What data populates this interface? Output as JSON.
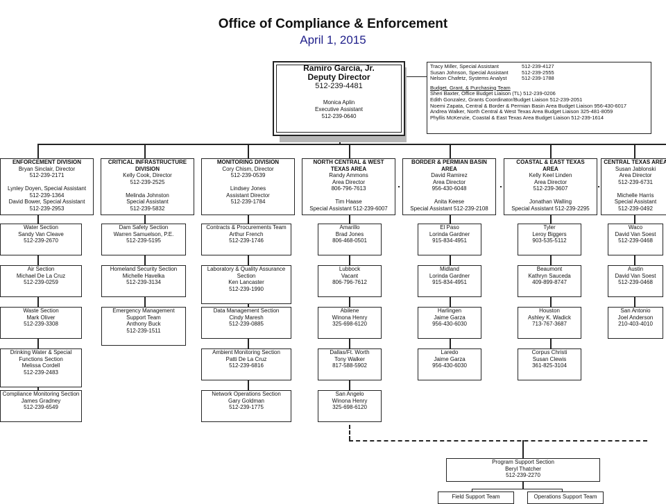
{
  "header": {
    "title": "Office of Compliance & Enforcement",
    "date": "April 1, 2015"
  },
  "director": {
    "name": "Ramiro Garcia, Jr.",
    "title": "Deputy Director",
    "phone": "512-239-4481",
    "assistant_name": "Monica Aplin",
    "assistant_title": "Executive Assistant",
    "assistant_phone": "512-239-0640"
  },
  "staff": {
    "rows": [
      {
        "name": "Tracy Miller, Special Assistant",
        "phone": "512-239-4127"
      },
      {
        "name": "Susan Johnson, Special Assistant",
        "phone": "512-239-2555"
      },
      {
        "name": "Nelson Chafetz, Systems Analyst",
        "phone": "512-239-1788"
      }
    ],
    "team_title": "Budget, Grant, & Purchasing Team",
    "team": [
      "Sheri Baxter, Office Budget Liaison (TL)   512-239-0206",
      "Edith Gonzalez, Grants Coordinator/Budget Liaison   512-239-2051",
      "Noemi Zapata, Central & Border & Permian Basin Area Budget Liaison  956-430-6017",
      "Andrea Walker, North Central & West Texas Area Budget Liaison   325-481-8059",
      "Phyllis McKenzie, Coastal & East Texas Area Budget Liaison  512-239-1614"
    ]
  },
  "divisions": [
    {
      "title": [
        "ENFORCEMENT DIVISION"
      ],
      "lines": [
        "Bryan Sinclair, Director",
        "512-239-2171",
        "",
        "Lynley Doyen, Special Assistant",
        "512-239-1364",
        "David Bower, Special Assistant",
        "512-239-2953"
      ]
    },
    {
      "title": [
        "CRITICAL INFRASTRUCTURE",
        "DIVISION"
      ],
      "lines": [
        "Kelly Cook, Director",
        "512-239-2525",
        "",
        "Melinda Johnston",
        "Special Assistant",
        "512-239-5832"
      ]
    },
    {
      "title": [
        "MONITORING DIVISION"
      ],
      "lines": [
        "Cory Chism, Director",
        "512-239-0539",
        "",
        "Lindsey Jones",
        "Assistant Director",
        "512-239-1784"
      ]
    },
    {
      "title": [
        "NORTH CENTRAL & WEST",
        "TEXAS AREA"
      ],
      "lines": [
        "Randy Ammons",
        "Area Director",
        "806-796-7613",
        "",
        "Tim Haase",
        "Special Assistant 512-239-6007"
      ]
    },
    {
      "title": [
        "BORDER & PERMIAN BASIN",
        "AREA"
      ],
      "lines": [
        "David Ramirez",
        "Area Director",
        "956-430-6048",
        "",
        "Anita Keese",
        "Special Assistant 512-239-2108"
      ]
    },
    {
      "title": [
        "COASTAL & EAST TEXAS",
        "AREA"
      ],
      "lines": [
        "Kelly Keel Linden",
        "Area Director",
        "512-239-3607",
        "",
        "Jonathan Walling",
        "Special Assistant 512-239-2295"
      ]
    },
    {
      "title": [
        "CENTRAL TEXAS AREA"
      ],
      "lines": [
        "Susan Jablonski",
        "Area Director",
        "512-239-6731",
        "",
        "Michelle Harris",
        "Special Assistant",
        "512-239-0492"
      ]
    }
  ],
  "sections": [
    [
      [
        "Water Section",
        "Sandy Van Cleave",
        "512-239-2670"
      ],
      [
        "Air Section",
        "Michael De La Cruz",
        "512-239-0259"
      ],
      [
        "Waste Section",
        "Mark Oliver",
        "512-239-3308"
      ],
      [
        "Drinking Water & Special",
        "Functions Section",
        "Melissa Cordell",
        "512-239-2483"
      ],
      [
        "Compliance Monitoring Section",
        "James Gradney",
        "512-239-6549"
      ]
    ],
    [
      [
        "Dam Safety Section",
        "Warren Samuelson, P.E.",
        "512-239-5195"
      ],
      [
        "Homeland Security Section",
        "Michelle Havelka",
        "512-239-3134"
      ],
      [
        "Emergency Management",
        "Support Team",
        "Anthony Buck",
        "512-239-1511"
      ]
    ],
    [
      [
        "Contracts & Procurements Team",
        "Arthur French",
        "512-239-1746"
      ],
      [
        "Laboratory & Quality Assurance",
        "Section",
        "Ken Lancaster",
        "512-239-1990"
      ],
      [
        "Data Management Section",
        "Cindy Maresh",
        "512-239-0885"
      ],
      [
        "Ambient Monitoring Section",
        "Patti De La Cruz",
        "512-239-6816"
      ],
      [
        "Network Operations Section",
        "Gary Goldman",
        "512-239-1775"
      ]
    ],
    [
      [
        "Amarillo",
        "Brad Jones",
        "806-468-0501"
      ],
      [
        "Lubbock",
        "Vacant",
        "806-796-7612"
      ],
      [
        "Abilene",
        "Winona Henry",
        "325-698-6120"
      ],
      [
        "Dallas/Ft. Worth",
        "Tony Walker",
        "817-588-5902"
      ],
      [
        "San Angelo",
        "Winona Henry",
        "325-698-6120"
      ]
    ],
    [
      [
        "El Paso",
        "Lorinda Gardner",
        "915-834-4951"
      ],
      [
        "Midland",
        "Lorinda Gardner",
        "915-834-4951"
      ],
      [
        "Harlingen",
        "Jaime Garza",
        "956-430-6030"
      ],
      [
        "Laredo",
        "Jaime Garza",
        "956-430-6030"
      ]
    ],
    [
      [
        "Tyler",
        "Leroy Biggers",
        "903-535-5112"
      ],
      [
        "Beaumont",
        "Kathryn Sauceda",
        "409-899-8747"
      ],
      [
        "Houston",
        "Ashley K. Wadick",
        "713-767-3687"
      ],
      [
        "Corpus Christi",
        "Susan Clewis",
        "361-825-3104"
      ]
    ],
    [
      [
        "Waco",
        "David Van Soest",
        "512-239-0468"
      ],
      [
        "Austin",
        "David Van Soest",
        "512-239-0468"
      ],
      [
        "San Antonio",
        "Joel Anderson",
        "210-403-4010"
      ]
    ]
  ],
  "program_support": {
    "lines": [
      "Program Support Section",
      "Beryl Thatcher",
      "512-239-2270"
    ]
  },
  "bottom_teams": [
    "Field Support Team",
    "Operations Support Team"
  ]
}
